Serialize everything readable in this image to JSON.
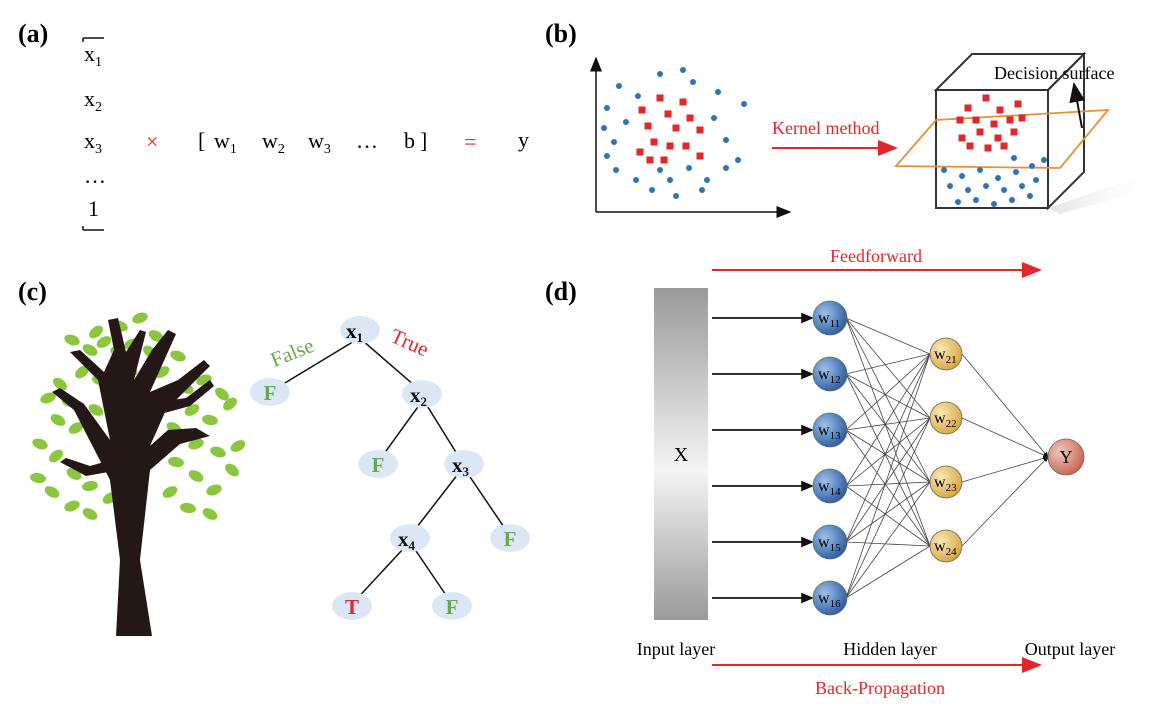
{
  "panels": {
    "a": {
      "label": "(a)",
      "vector_x": [
        "x",
        "x",
        "x",
        "…",
        "1"
      ],
      "vector_x_sub": [
        "1",
        "2",
        "3",
        "",
        ""
      ],
      "times": "×",
      "bracket_open": "[",
      "bracket_close": "]",
      "weights": [
        "w",
        "w",
        "w",
        "…",
        "b"
      ],
      "weights_sub": [
        "1",
        "2",
        "3",
        "",
        ""
      ],
      "equals": "=",
      "result": "y"
    },
    "b": {
      "label": "(b)",
      "arrow_label": "Kernel method",
      "surface_label": "Decision surface"
    },
    "c": {
      "label": "(c)",
      "false_label": "False",
      "true_label": "True",
      "root": "x",
      "root_sub": "1",
      "nodes": [
        {
          "text": "F",
          "sub": "",
          "color": "#6aa84f"
        },
        {
          "text": "x",
          "sub": "2",
          "color": "#111111"
        },
        {
          "text": "F",
          "sub": "",
          "color": "#6aa84f"
        },
        {
          "text": "x",
          "sub": "3",
          "color": "#111111"
        },
        {
          "text": "x",
          "sub": "4",
          "color": "#111111"
        },
        {
          "text": "F",
          "sub": "",
          "color": "#6aa84f"
        },
        {
          "text": "T",
          "sub": "",
          "color": "#e3262b"
        },
        {
          "text": "F",
          "sub": "",
          "color": "#6aa84f"
        }
      ]
    },
    "d": {
      "label": "(d)",
      "feedforward": "Feedforward",
      "backprop": "Back-Propagation",
      "input_label": "X",
      "input_layer": "Input layer",
      "hidden_layer": "Hidden layer",
      "output_layer": "Output layer",
      "hidden1": [
        {
          "text": "w",
          "sub": "11"
        },
        {
          "text": "w",
          "sub": "12"
        },
        {
          "text": "w",
          "sub": "13"
        },
        {
          "text": "w",
          "sub": "14"
        },
        {
          "text": "w",
          "sub": "15"
        },
        {
          "text": "w",
          "sub": "16"
        }
      ],
      "hidden2": [
        {
          "text": "w",
          "sub": "21"
        },
        {
          "text": "w",
          "sub": "22"
        },
        {
          "text": "w",
          "sub": "23"
        },
        {
          "text": "w",
          "sub": "24"
        }
      ],
      "output": "Y"
    }
  },
  "colors": {
    "accent_red": "#e3262b",
    "leaf_green": "#6aa84f",
    "scatter_blue": "#2e75b6",
    "plane_orange": "#e69138",
    "node_blue": "#4a78b3",
    "node_yellow": "#e8c46a",
    "node_red": "#d9826e",
    "tree_node_fill": "#dbe7f5"
  }
}
